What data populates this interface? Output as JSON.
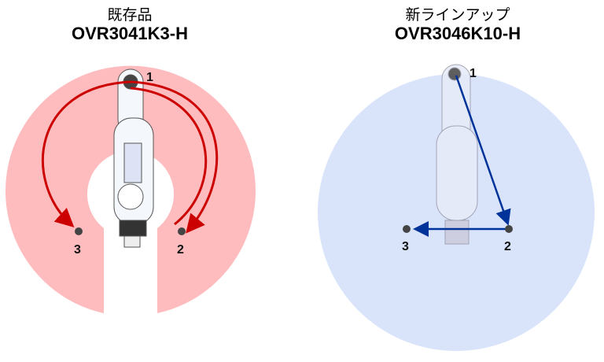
{
  "left": {
    "subtitle": "既存品",
    "model": "OVR3041K3-H",
    "points": [
      "1",
      "2",
      "3"
    ],
    "color": "#ffbcbe",
    "arrow_color": "#cc0000"
  },
  "right": {
    "subtitle": "新ラインアップ",
    "model": "OVR3046K10-H",
    "points": [
      "1",
      "2",
      "3"
    ],
    "color": "#d9e4fb",
    "arrow_color": "#003399"
  }
}
